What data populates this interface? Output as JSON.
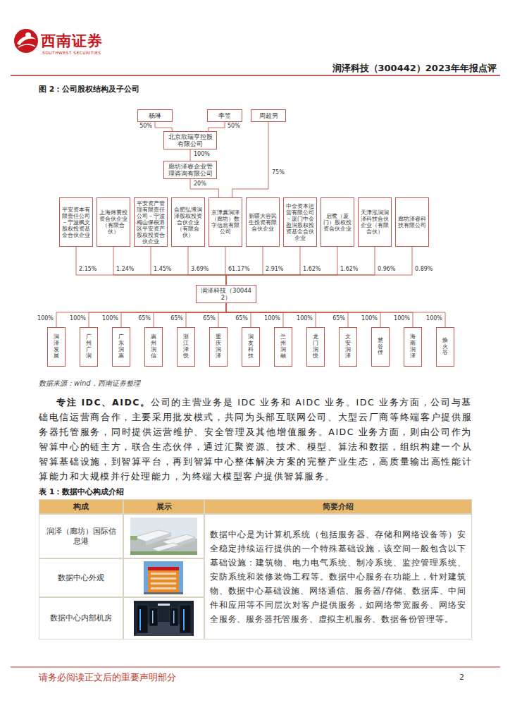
{
  "diagram": {
    "title": "图 2：公司股权结构及子公司",
    "caption": "数据来源：wind，西南证券整理",
    "nodes": [
      {
        "text": [
          "杨琳"
        ]
      },
      {
        "text": [
          "李笠"
        ]
      },
      {
        "text": [
          "周超男"
        ]
      },
      {
        "text": [
          "北京欣瑞亨控股有限公司"
        ]
      },
      {
        "text": [
          "廊坊泽睿企业管理咨询有限公司"
        ]
      },
      {
        "text": [
          "平安资本有限责任公司－宁波枫文股权投资基金合伙企业"
        ]
      },
      {
        "text": [
          "上海炜贯投资合伙企业（有限合伙）"
        ]
      },
      {
        "text": [
          "平安资产管理有限责任公司－宁波梅山保税港区平安资产股权投资合伙企业"
        ]
      },
      {
        "text": [
          "合肥弘博润泽股权投资合伙企业（有限合伙）"
        ]
      },
      {
        "text": [
          "京津冀润泽（廊坊）数字信息有限公司"
        ]
      },
      {
        "text": [
          "新疆大容民生投资有限合伙企业"
        ]
      },
      {
        "text": [
          "中金资本运营有限公司－厦门中金盈润股权投资基金合伙企业"
        ]
      },
      {
        "text": [
          "启鹭（厦门）股权投资合伙企业"
        ]
      },
      {
        "text": [
          "天津泓润润泽科技合伙企业（有限合伙）"
        ]
      },
      {
        "text": [
          "廊坊泽睿科技有限公司"
        ]
      },
      {
        "text": [
          "润泽科技（300442）"
        ]
      },
      {
        "text": [
          "润泽发展"
        ]
      },
      {
        "text": [
          "广州广润"
        ]
      },
      {
        "text": [
          "广东润惠"
        ]
      },
      {
        "text": [
          "惠州润信"
        ]
      },
      {
        "text": [
          "浙江泽悦"
        ]
      },
      {
        "text": [
          "重庆润泽"
        ]
      },
      {
        "text": [
          "润友科技"
        ]
      },
      {
        "text": [
          "兰州润融"
        ]
      },
      {
        "text": [
          "龙门润悦"
        ]
      },
      {
        "text": [
          "文安润泽"
        ]
      },
      {
        "text": [
          "慧谷佳"
        ]
      },
      {
        "text": [
          "海南润泽"
        ]
      },
      {
        "text": [
          "焕火谷"
        ]
      }
    ],
    "edges": [
      {
        "from": 0,
        "to": 3,
        "label": "50%",
        "arrow": "none"
      },
      {
        "from": 1,
        "to": 3,
        "label": "50%",
        "arrow": "none"
      },
      {
        "from": 3,
        "to": 4,
        "label": "100%",
        "arrow": "none"
      },
      {
        "from": 4,
        "to": 9,
        "label": "20%",
        "arrow": "none"
      },
      {
        "from": 2,
        "to": 9,
        "label": "75%",
        "arrow": "none"
      },
      {
        "from": 5,
        "to": 15,
        "label": "2.15%",
        "arrow": "none"
      },
      {
        "from": 6,
        "to": 15,
        "label": "1.24%",
        "arrow": "none"
      },
      {
        "from": 7,
        "to": 15,
        "label": "1.45%",
        "arrow": "none"
      },
      {
        "from": 8,
        "to": 15,
        "label": "3.69%",
        "arrow": "none"
      },
      {
        "from": 9,
        "to": 15,
        "label": "61.17%",
        "arrow": "none"
      },
      {
        "from": 10,
        "to": 15,
        "label": "2.91%",
        "arrow": "none"
      },
      {
        "from": 11,
        "to": 15,
        "label": "1.62%",
        "arrow": "none"
      },
      {
        "from": 12,
        "to": 15,
        "label": "1.62%",
        "arrow": "none"
      },
      {
        "from": 13,
        "to": 15,
        "label": "0.96%",
        "arrow": "none"
      },
      {
        "from": 14,
        "to": 15,
        "label": "0.89%",
        "arrow": "none"
      },
      {
        "from": 15,
        "to": 16,
        "label": "100%",
        "arrow": "none"
      },
      {
        "from": 15,
        "to": 17,
        "label": "100%",
        "arrow": "none"
      },
      {
        "from": 15,
        "to": 18,
        "label": "100%",
        "arrow": "none"
      },
      {
        "from": 15,
        "to": 19,
        "label": "65%",
        "arrow": "none"
      },
      {
        "from": 15,
        "to": 20,
        "label": "65%",
        "arrow": "none"
      },
      {
        "from": 15,
        "to": 21,
        "label": "65%",
        "arrow": "none"
      },
      {
        "from": 15,
        "to": 22,
        "label": "65%",
        "arrow": "none"
      },
      {
        "from": 15,
        "to": 23,
        "label": "100%",
        "arrow": "none"
      },
      {
        "from": 15,
        "to": 24,
        "label": "100%",
        "arrow": "none"
      },
      {
        "from": 15,
        "to": 25,
        "label": "65%",
        "arrow": "none"
      },
      {
        "from": 15,
        "to": 26,
        "label": "100%",
        "arrow": "none"
      },
      {
        "from": 15,
        "to": 27,
        "label": "100%",
        "arrow": "none"
      },
      {
        "from": 15,
        "to": 28,
        "label": "100%",
        "arrow": "none"
      }
    ],
    "labels": [
      "西南证券",
      "SOUTHWEST SECURITIES",
      "润泽科技（300442）2023年年报点评",
      "专注 IDC、AIDC。",
      "公司的主营业务是 IDC 业务和 AIDC 业务。IDC 业务方面，公司与基础电信运营商合作，主要采用批发模式，共同为头部互联网公司、大型云厂商等终端客户提供服务器托管服务，同时提供运营维护、安全管理及其他增值服务。AIDC 业务方面，则由公司作为智算中心的链主方，联合生态伙伴，通过汇聚资源、技术、模型、算法和数据，组织构建一个从智算基础设施，到智算平台，再到智算中心整体解决方案的完整产业生态，高质量输出高性能计算能力和大规模并行处理能力，为终端大模型客户提供智算服务。",
      "表 1：数据中心构成介绍",
      "构成",
      "展示",
      "简要介绍",
      "润泽（廊坊）国际信息港",
      "数据中心外观",
      "数据中心内部机房",
      "数据中心是为计算机系统（包括服务器、存储和网络设备等）安全稳定持续运行提供的一个特殊基础设施，该空间一般包含以下基础设施：建筑物、电力电气系统、制冷系统、监控管理系统、安防系统和装修装饰工程等。数据中心服务在功能上，针对建筑物、数据中心基础设施、网络通信、服务器/存储、数据库、中间件和应用等不同层次对客户提供服务，如网络带宽服务、网络安全服务、服务器托管服务、虚拟主机服务、数据备份管理等。",
      "请务必阅读正文后的重要声明部分",
      "2"
    ]
  }
}
